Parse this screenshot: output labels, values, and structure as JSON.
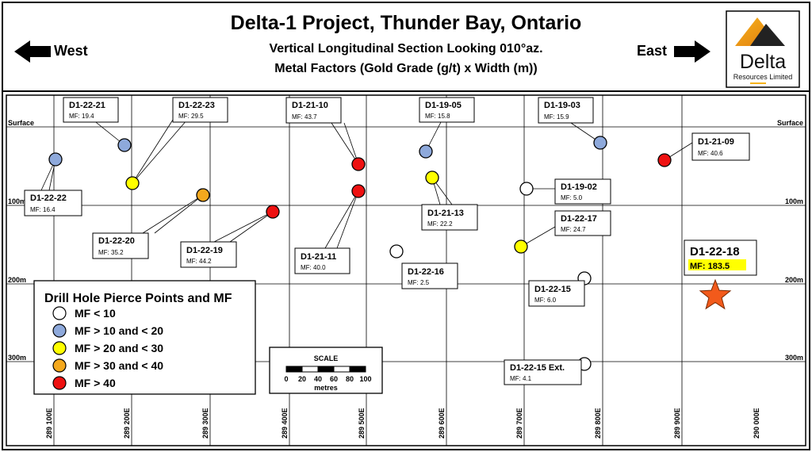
{
  "header": {
    "title": "Delta-1 Project, Thunder Bay, Ontario",
    "subtitle1": "Vertical Longitudinal Section Looking 010°az.",
    "subtitle2": "Metal Factors (Gold Grade (g/t) x Width (m))",
    "west_label": "West",
    "east_label": "East",
    "logo_name": "Delta",
    "logo_tagline": "Resources Limited"
  },
  "section": {
    "surface_label": "Surface",
    "depth_labels": [
      "100m",
      "200m",
      "300m"
    ],
    "easting_labels": [
      "289 100E",
      "289 200E",
      "289 300E",
      "289 400E",
      "289 500E",
      "289 600E",
      "289 700E",
      "289 800E",
      "289 900E",
      "290 000E"
    ]
  },
  "colors": {
    "lt10": "#ffffff",
    "r10_20": "#8ea9db",
    "r20_30": "#ffff00",
    "r30_40": "#f4a81d",
    "gt40": "#ee1111",
    "highlight": "#ffff00",
    "star": "#f25a1b"
  },
  "holes": [
    {
      "id": "D1-22-21",
      "mf": "MF: 19.4"
    },
    {
      "id": "D1-22-23",
      "mf": "MF: 29.5"
    },
    {
      "id": "D1-21-10",
      "mf": "MF: 43.7"
    },
    {
      "id": "D1-19-05",
      "mf": "MF: 15.8"
    },
    {
      "id": "D1-19-03",
      "mf": "MF: 15.9"
    },
    {
      "id": "D1-21-09",
      "mf": "MF: 40.6"
    },
    {
      "id": "D1-22-22",
      "mf": "MF: 16.4"
    },
    {
      "id": "D1-19-02",
      "mf": "MF: 5.0"
    },
    {
      "id": "D1-21-13",
      "mf": "MF: 22.2"
    },
    {
      "id": "D1-22-17",
      "mf": "MF: 24.7"
    },
    {
      "id": "D1-22-20",
      "mf": "MF: 35.2"
    },
    {
      "id": "D1-22-19",
      "mf": "MF: 44.2"
    },
    {
      "id": "D1-21-11",
      "mf": "MF: 40.0"
    },
    {
      "id": "D1-22-16",
      "mf": "MF: 2.5"
    },
    {
      "id": "D1-22-15",
      "mf": "MF: 6.0"
    },
    {
      "id": "D1-22-15 Ext.",
      "mf": "MF: 4.1"
    },
    {
      "id": "D1-22-18",
      "mf": "MF: 183.5"
    }
  ],
  "legend": {
    "title": "Drill Hole Pierce Points and MF",
    "items": [
      "MF < 10",
      "MF > 10 and < 20",
      "MF > 20 and < 30",
      "MF > 30 and < 40",
      "MF > 40"
    ]
  },
  "scale": {
    "title": "SCALE",
    "ticks": [
      "0",
      "20",
      "40",
      "60",
      "80",
      "100"
    ],
    "unit": "metres"
  }
}
